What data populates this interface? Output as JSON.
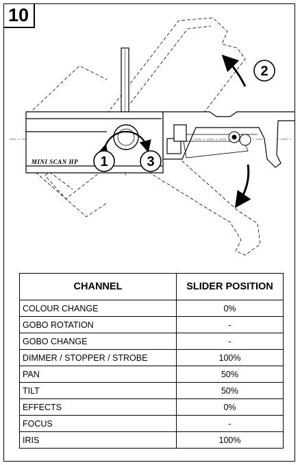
{
  "figure": {
    "number": "10",
    "unit_label": "MINI SCAN HP",
    "callouts": [
      "1",
      "2",
      "3"
    ]
  },
  "table": {
    "headers": [
      "CHANNEL",
      "SLIDER POSITION"
    ],
    "rows": [
      {
        "channel": "COLOUR CHANGE",
        "position": "0%"
      },
      {
        "channel": "GOBO ROTATION",
        "position": "-"
      },
      {
        "channel": "GOBO CHANGE",
        "position": "-"
      },
      {
        "channel": "DIMMER / STOPPER / STROBE",
        "position": "100%"
      },
      {
        "channel": "PAN",
        "position": "50%"
      },
      {
        "channel": "TILT",
        "position": "50%"
      },
      {
        "channel": "EFFECTS",
        "position": "0%"
      },
      {
        "channel": "FOCUS",
        "position": "-"
      },
      {
        "channel": "IRIS",
        "position": "100%"
      }
    ]
  }
}
